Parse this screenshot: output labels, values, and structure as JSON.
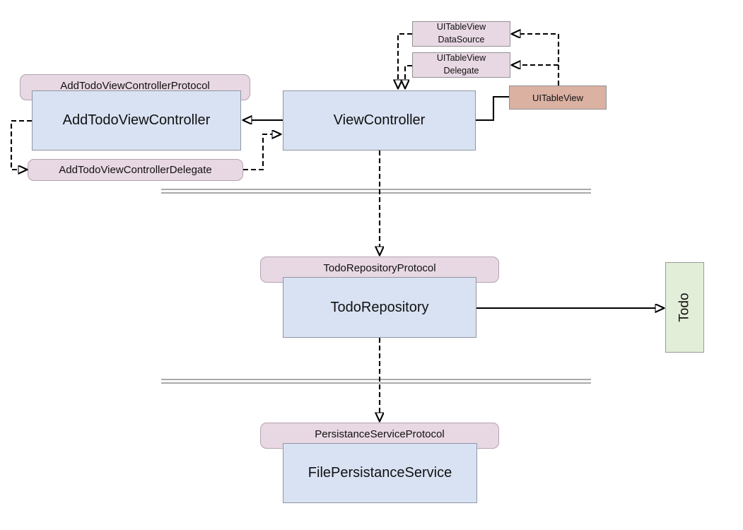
{
  "nodes": {
    "uitableview_datasource": {
      "line1": "UITableView",
      "line2": "DataSource"
    },
    "uitableview_delegate": {
      "line1": "UITableView",
      "line2": "Delegate"
    },
    "uitableview": {
      "label": "UITableView"
    },
    "add_todo_vc_protocol": {
      "label": "AddTodoViewControllerProtocol"
    },
    "add_todo_vc": {
      "label": "AddTodoViewController"
    },
    "view_controller": {
      "label": "ViewController"
    },
    "add_todo_vc_delegate": {
      "label": "AddTodoViewControllerDelegate"
    },
    "todo_repository_protocol": {
      "label": "TodoRepositoryProtocol"
    },
    "todo_repository": {
      "label": "TodoRepository"
    },
    "todo": {
      "label": "Todo"
    },
    "persistance_service_protocol": {
      "label": "PersistanceServiceProtocol"
    },
    "file_persistance_service": {
      "label": "FilePersistanceService"
    }
  },
  "edges": [
    {
      "from": "UITableViewDataSource",
      "to": "ViewController",
      "style": "dashed"
    },
    {
      "from": "UITableViewDelegate",
      "to": "ViewController",
      "style": "dashed"
    },
    {
      "from": "UITableView",
      "to": "UITableViewDataSource",
      "style": "dashed"
    },
    {
      "from": "UITableView",
      "to": "UITableViewDelegate",
      "style": "dashed"
    },
    {
      "from": "ViewController",
      "to": "UITableView",
      "style": "solid"
    },
    {
      "from": "ViewController",
      "to": "AddTodoViewController",
      "style": "solid-arrow"
    },
    {
      "from": "AddTodoViewController",
      "to": "AddTodoViewControllerDelegate",
      "style": "dashed"
    },
    {
      "from": "AddTodoViewControllerDelegate",
      "to": "ViewController",
      "style": "dashed"
    },
    {
      "from": "ViewController",
      "to": "TodoRepositoryProtocol",
      "style": "dashed"
    },
    {
      "from": "TodoRepository",
      "to": "Todo",
      "style": "solid-arrow"
    },
    {
      "from": "TodoRepository",
      "to": "PersistanceServiceProtocol",
      "style": "dashed"
    }
  ],
  "colors": {
    "background": "#ffffff",
    "class_box_fill": "#d9e2f3",
    "class_box_border": "#8f96a3",
    "protocol_fill": "#e8d8e3",
    "protocol_border": "#b3a3b0",
    "uikit_fill": "#dbb1a2",
    "uikit_border": "#919191",
    "model_fill": "#e3eed8",
    "model_border": "#9a9a9a",
    "separator": "#a9a9a9",
    "connector": "#000000",
    "text": "#111111"
  }
}
